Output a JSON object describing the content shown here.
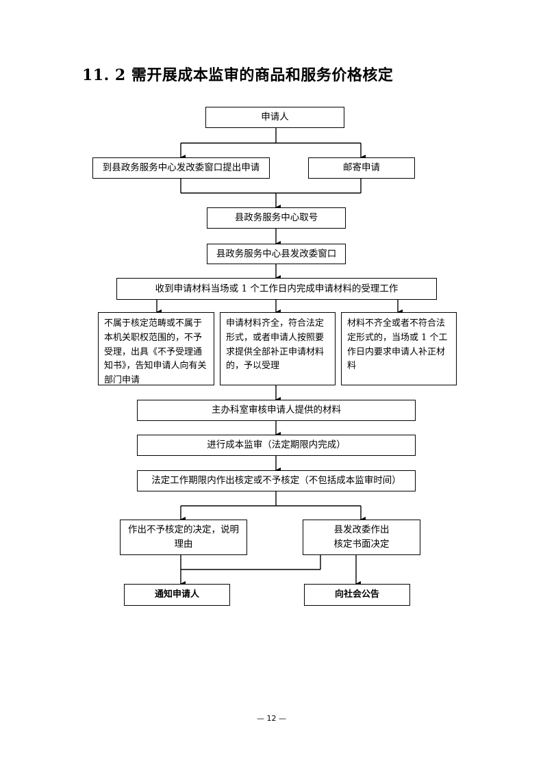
{
  "title": "11. 2 需开展成本监审的商品和服务价格核定",
  "flow": {
    "applicant": "申请人",
    "window_submit": "到县政务服务中心发改委窗口提出申请",
    "mail_submit": "邮寄申请",
    "take_number": "县政务服务中心取号",
    "window": "县政务服务中心县发改委窗口",
    "accept_step": "收到申请材料当场或 1 个工作日内完成申请材料的受理工作",
    "not_in_scope": "不属于核定范畴或不属于本机关职权范围的，不予受理，出具《不予受理通知书》，告知申请人向有关部门申请",
    "complete_materials": "申请材料齐全，符合法定形式，或者申请人按照要求提供全部补正申请材料的，予以受理",
    "incomplete_materials": "材料不齐全或者不符合法定形式的，当场或 1 个工作日内要求申请人补正材料",
    "review": "主办科室审核申请人提供的材料",
    "cost_audit": "进行成本监审（法定期限内完成）",
    "decision": "法定工作期限内作出核定或不予核定（不包括成本监审时间）",
    "reject_decision": "作出不予核定的决定，说明理由",
    "approve_decision": "县发改委作出核定书面决定",
    "notify_applicant": "通知申请人",
    "public_notice": "向社会公告"
  },
  "page_number": "— 12 —"
}
